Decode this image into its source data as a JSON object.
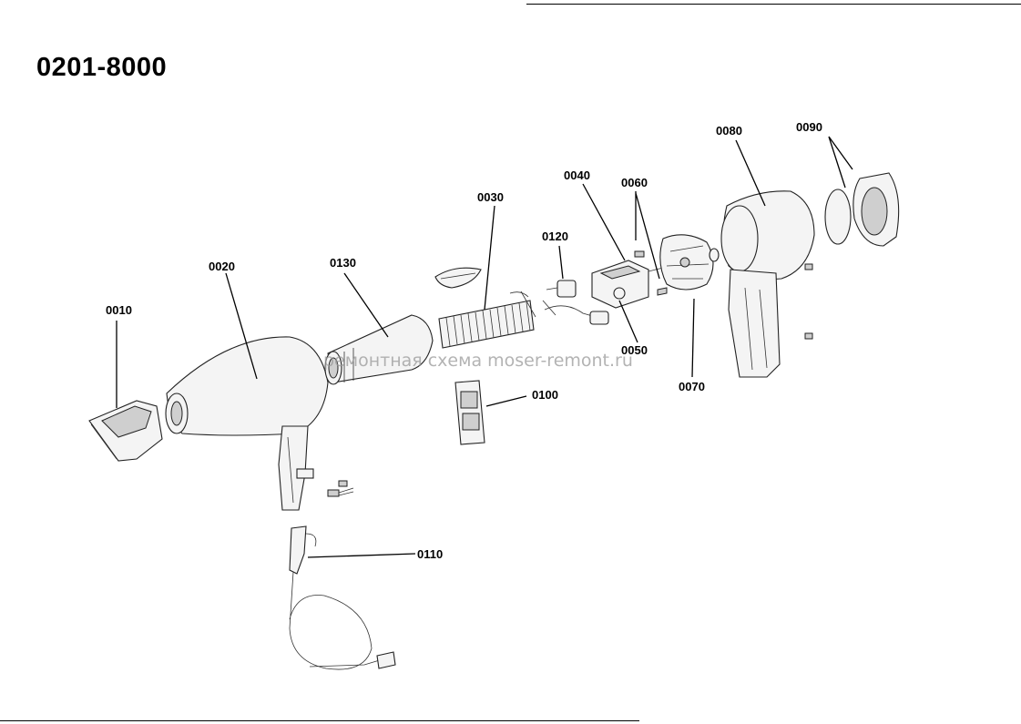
{
  "title": "0201-8000",
  "watermark": "ремонтная схема moser-remont.ru",
  "parts": [
    {
      "id": "p0010",
      "label": "0010"
    },
    {
      "id": "p0020",
      "label": "0020"
    },
    {
      "id": "p0130",
      "label": "0130"
    },
    {
      "id": "p0030",
      "label": "0030"
    },
    {
      "id": "p0120",
      "label": "0120"
    },
    {
      "id": "p0040",
      "label": "0040"
    },
    {
      "id": "p0060",
      "label": "0060"
    },
    {
      "id": "p0050",
      "label": "0050"
    },
    {
      "id": "p0070",
      "label": "0070"
    },
    {
      "id": "p0080",
      "label": "0080"
    },
    {
      "id": "p0090",
      "label": "0090"
    },
    {
      "id": "p0100",
      "label": "0100"
    },
    {
      "id": "p0110",
      "label": "0110"
    }
  ]
}
